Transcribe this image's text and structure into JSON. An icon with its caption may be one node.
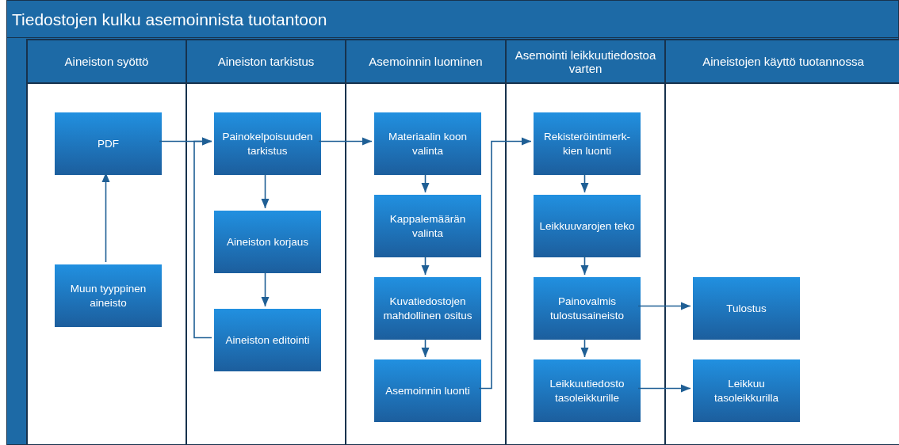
{
  "diagram": {
    "nodes": [
      {
        "text": [
          "Tiedostojen kulku asemoinnista tuotantoon"
        ]
      },
      {
        "text": [
          "Aineiston syöttö"
        ],
        "in": 0
      },
      {
        "text": [
          "Aineiston tarkistus"
        ],
        "in": 0
      },
      {
        "text": [
          "Asemoinnin luominen"
        ],
        "in": 0
      },
      {
        "text": [
          "Asemointi leikkuutiedostoa varten"
        ],
        "in": 0
      },
      {
        "text": [
          "Aineistojen käyttö tuotannossa"
        ],
        "in": 0
      },
      {
        "text": [
          "PDF"
        ],
        "in": 1
      },
      {
        "text": [
          "Muun tyyppinen aineisto"
        ],
        "in": 1
      },
      {
        "text": [
          "Painokelpoisuuden tarkistus"
        ],
        "in": 2
      },
      {
        "text": [
          "Aineiston korjaus"
        ],
        "in": 2
      },
      {
        "text": [
          "Aineiston editointi"
        ],
        "in": 2
      },
      {
        "text": [
          "Materiaalin koon valinta"
        ],
        "in": 3
      },
      {
        "text": [
          "Kappalemäärän valinta"
        ],
        "in": 3
      },
      {
        "text": [
          "Kuvatiedostojen mahdollinen ositus"
        ],
        "in": 3
      },
      {
        "text": [
          "Asemoinnin luonti"
        ],
        "in": 3
      },
      {
        "text": [
          "Rekisteröintimerk- kien luonti"
        ],
        "in": 4
      },
      {
        "text": [
          "Leikkuuvarojen teko"
        ],
        "in": 4
      },
      {
        "text": [
          "Painovalmis tulostusaineisto"
        ],
        "in": 4
      },
      {
        "text": [
          "Leikkuutiedosto tasoleikkurille"
        ],
        "in": 4
      },
      {
        "text": [
          "Tulostus"
        ],
        "in": 5
      },
      {
        "text": [
          "Leikkuu tasoleikkurilla"
        ],
        "in": 5
      }
    ],
    "edges": [
      {
        "from": 7,
        "to": 6,
        "arrow": "to"
      },
      {
        "from": 6,
        "to": 8,
        "arrow": "to"
      },
      {
        "from": 8,
        "to": 9,
        "arrow": "to"
      },
      {
        "from": 9,
        "to": 10,
        "arrow": "to"
      },
      {
        "from": 10,
        "to": 8,
        "arrow": "to"
      },
      {
        "from": 8,
        "to": 11,
        "arrow": "to"
      },
      {
        "from": 11,
        "to": 12,
        "arrow": "to"
      },
      {
        "from": 12,
        "to": 13,
        "arrow": "to"
      },
      {
        "from": 13,
        "to": 14,
        "arrow": "to"
      },
      {
        "from": 14,
        "to": 15,
        "arrow": "to"
      },
      {
        "from": 15,
        "to": 16,
        "arrow": "to"
      },
      {
        "from": 16,
        "to": 17,
        "arrow": "to"
      },
      {
        "from": 17,
        "to": 18,
        "arrow": "to"
      },
      {
        "from": 17,
        "to": 19,
        "arrow": "to"
      },
      {
        "from": 18,
        "to": 20,
        "arrow": "to"
      }
    ]
  }
}
